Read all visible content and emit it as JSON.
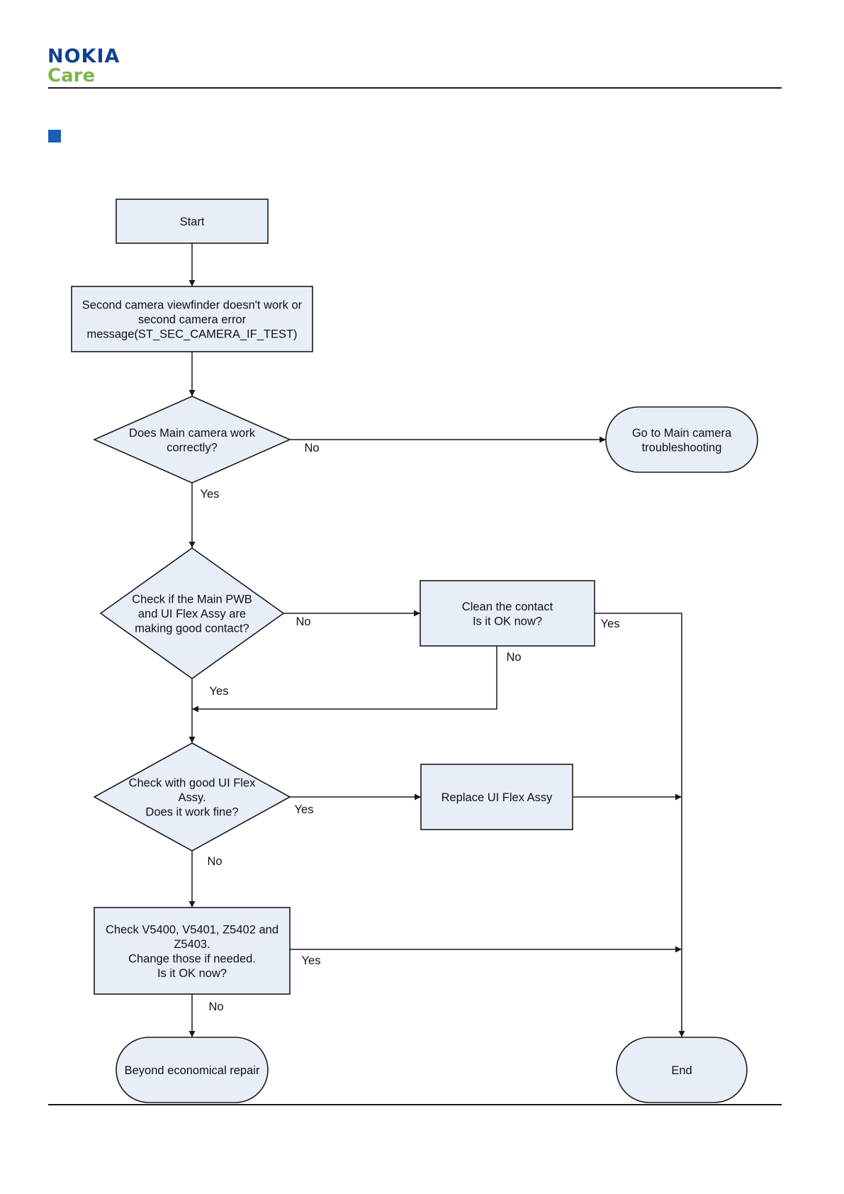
{
  "header": {
    "brand": "NOKIA",
    "sub_brand": "Care"
  },
  "colors": {
    "brand_blue": "#124191",
    "care_green": "#7ab648",
    "section_marker": "#1a5fb4",
    "node_fill": "#e8eef8",
    "line": "#1a1a1a"
  },
  "flowchart": {
    "nodes": {
      "start": {
        "shape": "rectangle",
        "lines": [
          "Start"
        ]
      },
      "symptom": {
        "shape": "rectangle",
        "lines": [
          "Second camera viewfinder doesn't work or",
          "second camera error",
          "message(ST_SEC_CAMERA_IF_TEST)"
        ]
      },
      "q_main_camera": {
        "shape": "diamond",
        "lines": [
          "Does Main camera work",
          "correctly?"
        ]
      },
      "goto_main": {
        "shape": "terminator",
        "lines": [
          "Go to Main camera",
          "troubleshooting"
        ]
      },
      "q_contact": {
        "shape": "diamond",
        "lines": [
          "Check if the Main PWB",
          "and UI Flex Assy are",
          "making good contact?"
        ]
      },
      "clean_contact": {
        "shape": "rectangle",
        "lines": [
          "Clean the contact",
          "Is it OK now?"
        ]
      },
      "q_flex": {
        "shape": "diamond",
        "lines": [
          "Check with good UI Flex",
          "Assy.",
          "Does it work fine?"
        ]
      },
      "replace_flex": {
        "shape": "rectangle",
        "lines": [
          "Replace UI Flex Assy"
        ]
      },
      "check_parts": {
        "shape": "rectangle",
        "lines": [
          "Check V5400, V5401, Z5402 and",
          "Z5403.",
          "Change those if needed.",
          "Is it OK now?"
        ]
      },
      "beyond_repair": {
        "shape": "terminator",
        "lines": [
          "Beyond economical repair"
        ]
      },
      "end": {
        "shape": "terminator",
        "lines": [
          "End"
        ]
      }
    },
    "edges": [
      {
        "from": "start",
        "to": "symptom",
        "label": ""
      },
      {
        "from": "symptom",
        "to": "q_main_camera",
        "label": ""
      },
      {
        "from": "q_main_camera",
        "to": "goto_main",
        "label": "No"
      },
      {
        "from": "q_main_camera",
        "to": "q_contact",
        "label": "Yes"
      },
      {
        "from": "q_contact",
        "to": "clean_contact",
        "label": "No"
      },
      {
        "from": "q_contact",
        "to": "q_flex",
        "label": "Yes"
      },
      {
        "from": "clean_contact",
        "to": "end",
        "label": "Yes"
      },
      {
        "from": "clean_contact",
        "to": "q_flex",
        "label": "No"
      },
      {
        "from": "q_flex",
        "to": "replace_flex",
        "label": "Yes"
      },
      {
        "from": "q_flex",
        "to": "check_parts",
        "label": "No"
      },
      {
        "from": "replace_flex",
        "to": "end",
        "label": ""
      },
      {
        "from": "check_parts",
        "to": "end",
        "label": "Yes"
      },
      {
        "from": "check_parts",
        "to": "beyond_repair",
        "label": "No"
      }
    ]
  }
}
